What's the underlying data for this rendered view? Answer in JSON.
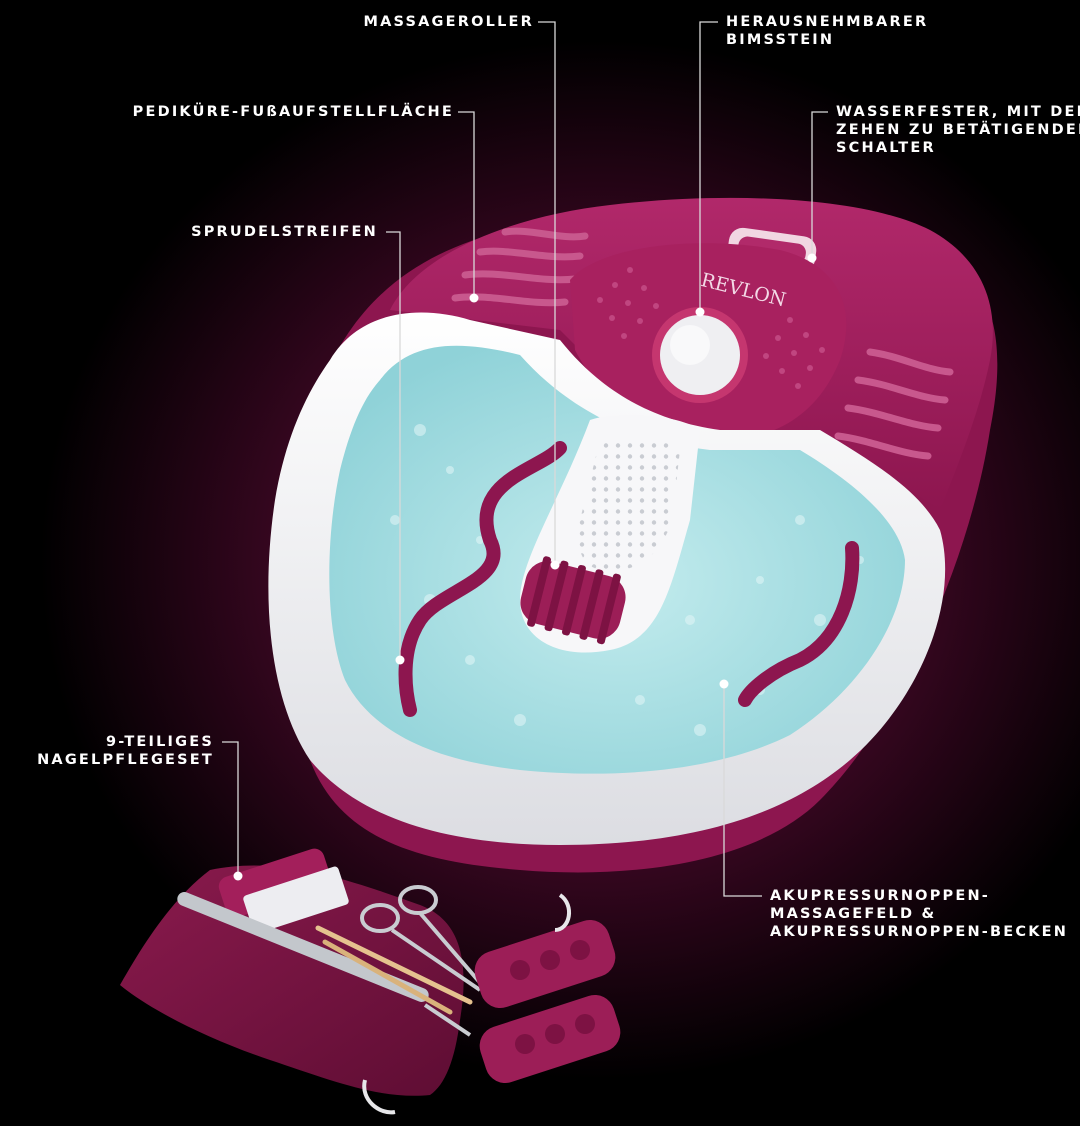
{
  "brand": {
    "logo_text": "REVLON"
  },
  "labels": {
    "massageroller": [
      "MASSAGEROLLER"
    ],
    "bimsstein": [
      "HERAUSNEHMBARER",
      "BIMSSTEIN"
    ],
    "fussaufstell": [
      "PEDIKÜRE-FUßAUFSTELLFLÄCHE"
    ],
    "schalter": [
      "WASSERFESTER, MIT DEN",
      "ZEHEN ZU BETÄTIGENDER",
      "SCHALTER"
    ],
    "sprudel": [
      "SPRUDELSTREIFEN"
    ],
    "nagelpflege": [
      "9-TEILIGES",
      "NAGELPFLEGESET"
    ],
    "akupressur": [
      "AKUPRESSURNOPPEN-",
      "MASSAGEFELD &",
      "AKUPRESSURNOPPEN-BECKEN"
    ]
  },
  "colors": {
    "background": "#000000",
    "glow": "#6a0f3f",
    "product_magenta": "#9e1a5a",
    "product_white": "#f2f2f4",
    "water": "#a9dfe3",
    "text": "#ffffff"
  }
}
